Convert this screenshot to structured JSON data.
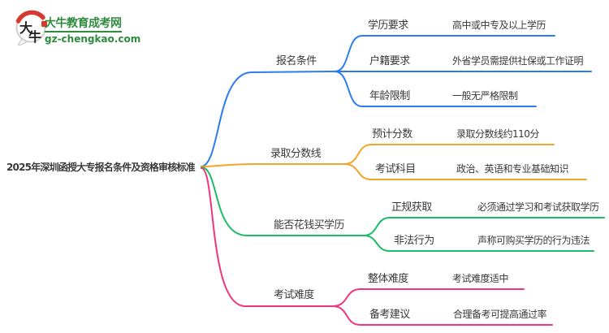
{
  "logo": {
    "mark_text": "大牛",
    "site_name": "大牛教育成考网",
    "site_url": "gz-chengkao.com"
  },
  "mindmap": {
    "root": "2025年深圳函授大专报名条件及资格审核标准",
    "branches": [
      {
        "label": "报名条件",
        "children": [
          {
            "label": "学历要求",
            "value": "高中或中专及以上学历"
          },
          {
            "label": "户籍要求",
            "value": "外省学员需提供社保或工作证明"
          },
          {
            "label": "年龄限制",
            "value": "一般无严格限制"
          }
        ]
      },
      {
        "label": "录取分数线",
        "children": [
          {
            "label": "预计分数",
            "value": "录取分数线约110分"
          },
          {
            "label": "考试科目",
            "value": "政治、英语和专业基础知识"
          }
        ]
      },
      {
        "label": "能否花钱买学历",
        "children": [
          {
            "label": "正规获取",
            "value": "必须通过学习和考试获取学历"
          },
          {
            "label": "非法行为",
            "value": "声称可购买学历的行为违法"
          }
        ]
      },
      {
        "label": "考试难度",
        "children": [
          {
            "label": "整体难度",
            "value": "考试难度适中"
          },
          {
            "label": "备考建议",
            "value": "合理备考可提高通过率"
          }
        ]
      }
    ]
  },
  "colors": {
    "blue": "#2b7cef",
    "orange": "#f5a42a",
    "green": "#1cbd66",
    "pink": "#f0357c",
    "logo-green": "#2e8b3f",
    "logo-red": "#d43a2f",
    "text": "#3a3a3a"
  }
}
